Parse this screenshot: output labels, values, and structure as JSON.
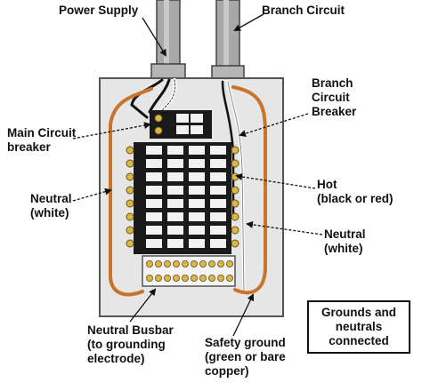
{
  "labels": {
    "power_supply": "Power Supply",
    "branch_circuit": "Branch Circuit",
    "branch_circuit_breaker": "Branch\nCircuit\nBreaker",
    "main_circuit_breaker": "Main Circuit\nbreaker",
    "neutral_left": "Neutral\n(white)",
    "hot": "Hot\n(black or red)",
    "neutral_right": "Neutral\n(white)",
    "neutral_busbar": "Neutral Busbar\n(to grounding\nelectrode)",
    "safety_ground": "Safety ground\n(green or bare\ncopper)",
    "grounds_note": "Grounds and\nneutrals\nconnected"
  },
  "colors": {
    "panel_fill": "#e6e6e6",
    "panel_stroke": "#555555",
    "breaker_bar": "#1a1a1a",
    "breaker_fill": "#f2f2f2",
    "terminal_brass": "#d9b84a",
    "copper_wire": "#c8742a",
    "conduit": "#9a9a9a",
    "arrow": "#111111"
  },
  "icons": {
    "breaker_rows": "branch-breaker-icon",
    "terminal": "terminal-screw-icon"
  }
}
